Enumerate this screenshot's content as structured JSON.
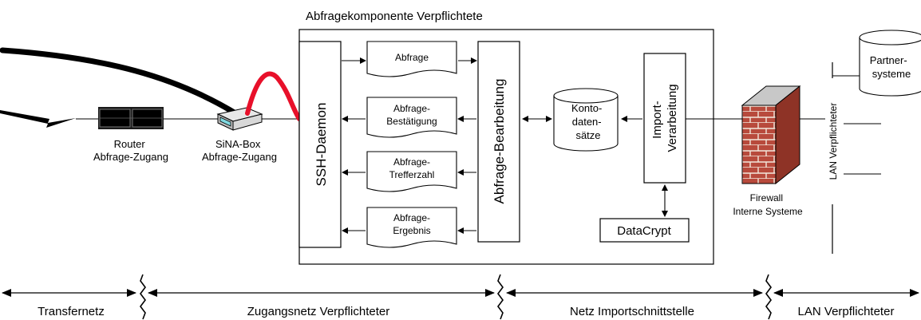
{
  "title": "Abfragekomponente Verpflichtete",
  "nodes": {
    "router": [
      "Router",
      "Abfrage-Zugang"
    ],
    "sina": [
      "SiNA-Box",
      "Abfrage-Zugang"
    ],
    "ssh": "SSH-Daemon",
    "docs": {
      "abfrage": [
        "Abfrage"
      ],
      "bestaetigung": [
        "Abfrage-",
        "Bestätigung"
      ],
      "trefferzahl": [
        "Abfrage-",
        "Trefferzahl"
      ],
      "ergebnis": [
        "Abfrage-",
        "Ergebnis"
      ]
    },
    "bearbeitung": "Abfrage-Bearbeitung",
    "konto": [
      "Konto-",
      "daten-",
      "sätze"
    ],
    "import": [
      "Import-",
      "Verarbeitung"
    ],
    "datacrypt": "DataCrypt",
    "firewall": [
      "Firewall",
      "Interne Systeme"
    ],
    "lan": "LAN Verpflichteter",
    "partner": [
      "Partner-",
      "systeme"
    ]
  },
  "zones": [
    "Transfernetz",
    "Zugangsnetz Verpflichteter",
    "Netz Importschnittstelle",
    "LAN Verpflichteter"
  ],
  "colors": {
    "cable": "#e8102a",
    "brick": "#b84a3c",
    "mortar": "#f2e8dc",
    "wall_top": "#c8c8c8",
    "device": "#1a1a1a",
    "device_panel": "#7fd8e0"
  }
}
